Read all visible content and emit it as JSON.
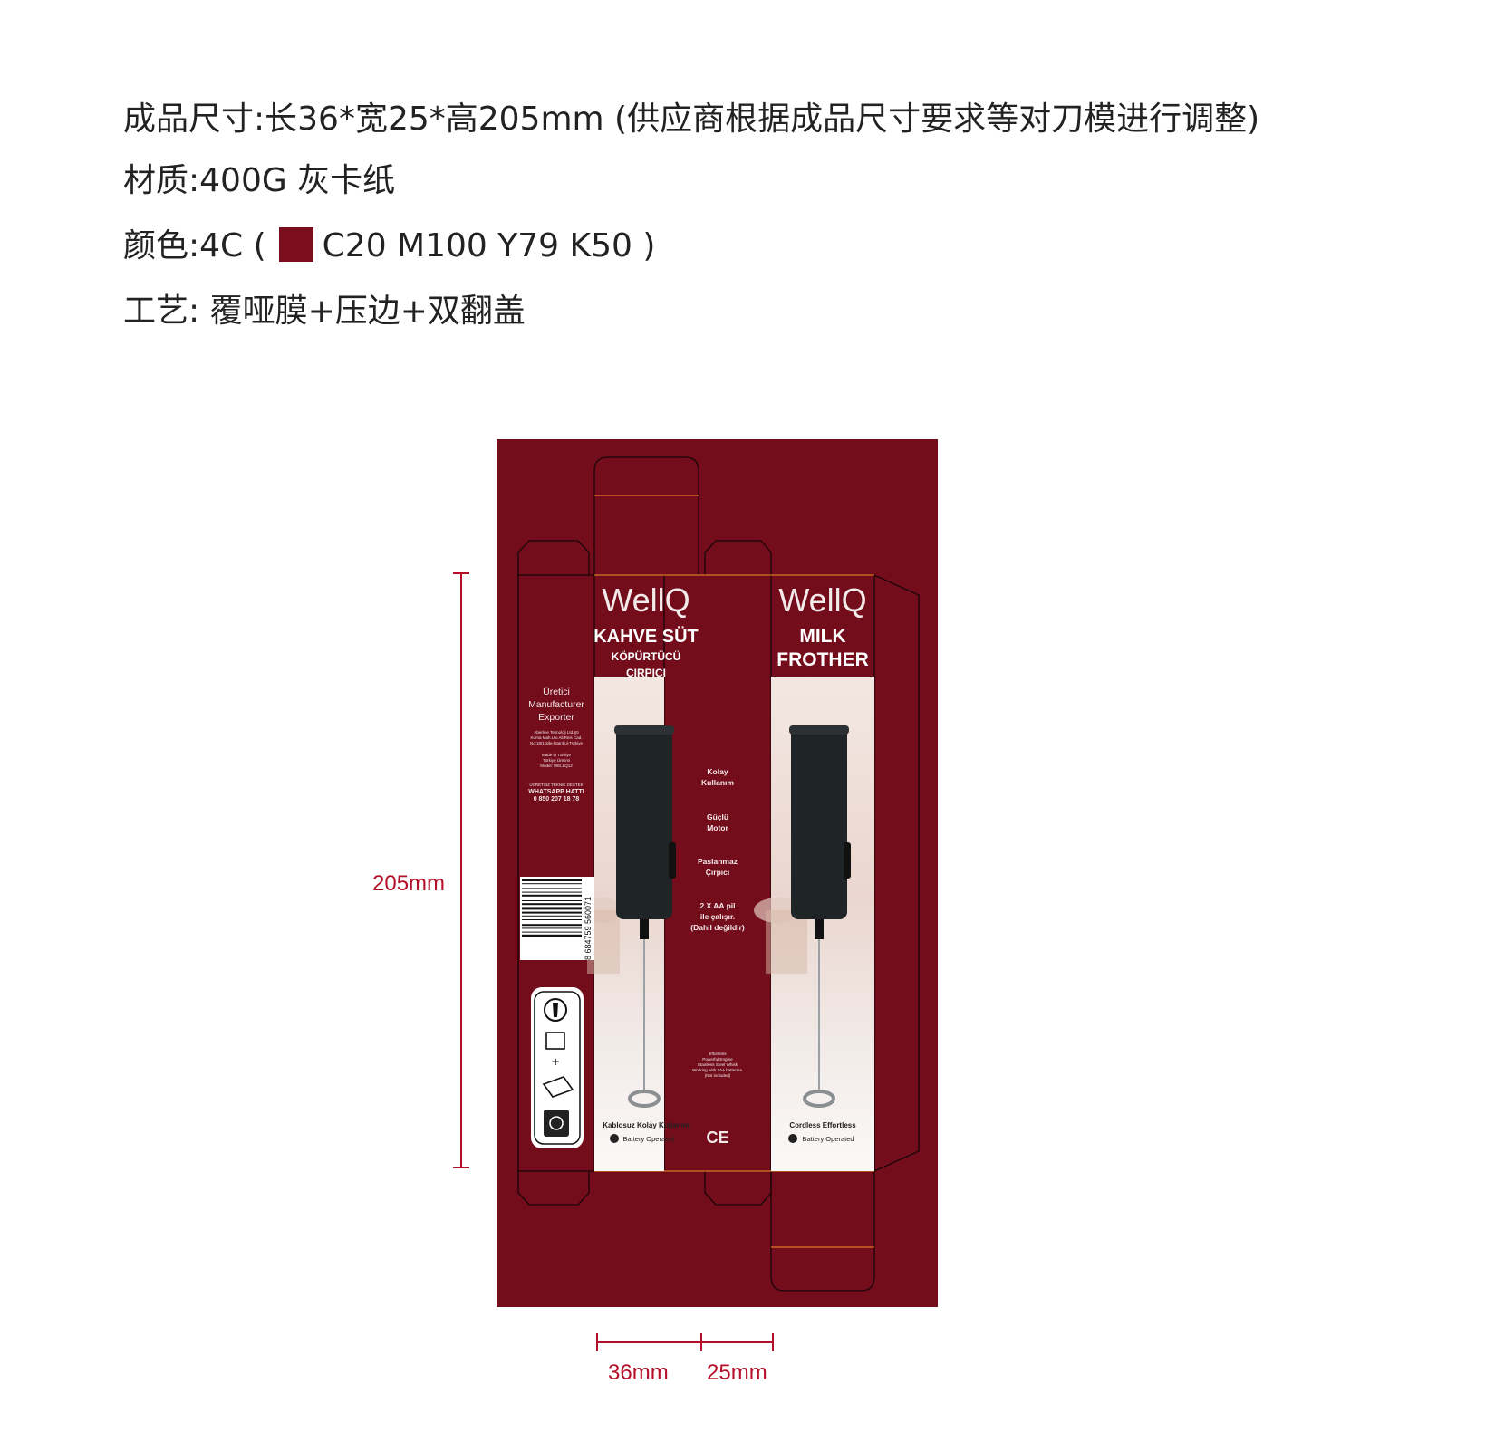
{
  "specs": {
    "size": "成品尺寸:长36*宽25*高205mm (供应商根据成品尺寸要求等对刀模进行调整)",
    "material": "材质:400G 灰卡纸",
    "color_prefix": "颜色:4C (",
    "color_values": "C20  M100  Y79  K50 )",
    "process": "工艺: 覆哑膜+压边+双翻盖",
    "swatch_color": "#7a0e1d"
  },
  "dimensions": {
    "height": "205mm",
    "length": "36mm",
    "width": "25mm"
  },
  "box": {
    "brand": "WellQ",
    "front_tr": {
      "line1": "KAHVE SÜT",
      "line2": "KÖPÜRTÜCÜ",
      "line3": "ÇIRPICI",
      "footer": "Kablosuz Kolay Kullanım",
      "battery": "Battery Operated"
    },
    "front_en": {
      "line1": "MILK",
      "line2": "FROTHER",
      "footer": "Cordless Effortless",
      "battery": "Battery Operated"
    },
    "side_left": {
      "maker": [
        "Üretici",
        "Manufacturer",
        "Exporter"
      ],
      "address": [
        "Aberline Teknoloji Ltd.Şti",
        "Kurna Mah.Ulu Ali Reis Cad.",
        "No:18/1 Şile-İstanbul-Türkiye"
      ],
      "origin": [
        "Made in Türkiye",
        "Türkiye Üretimi",
        "Model: WELLQ12"
      ],
      "support": [
        "ÜCRETSİZ TEKNİK DESTEK",
        "WHATSAPP HATTI",
        "0 850 207 18 78"
      ],
      "barcode": "8 684759 560071"
    },
    "side_mid": {
      "features": [
        "Kolay",
        "Kullanım",
        "Güçlü",
        "Motor",
        "Paslanmaz",
        "Çırpıcı",
        "2 X AA pil",
        "ile çalışır.",
        "(Dahil değildir)"
      ],
      "small": [
        "Effortless",
        "Powerful Engine",
        "Stainless Steel Whisk",
        "Working with 2AA batteries.",
        "(Not included)"
      ],
      "ce": "CE"
    }
  }
}
